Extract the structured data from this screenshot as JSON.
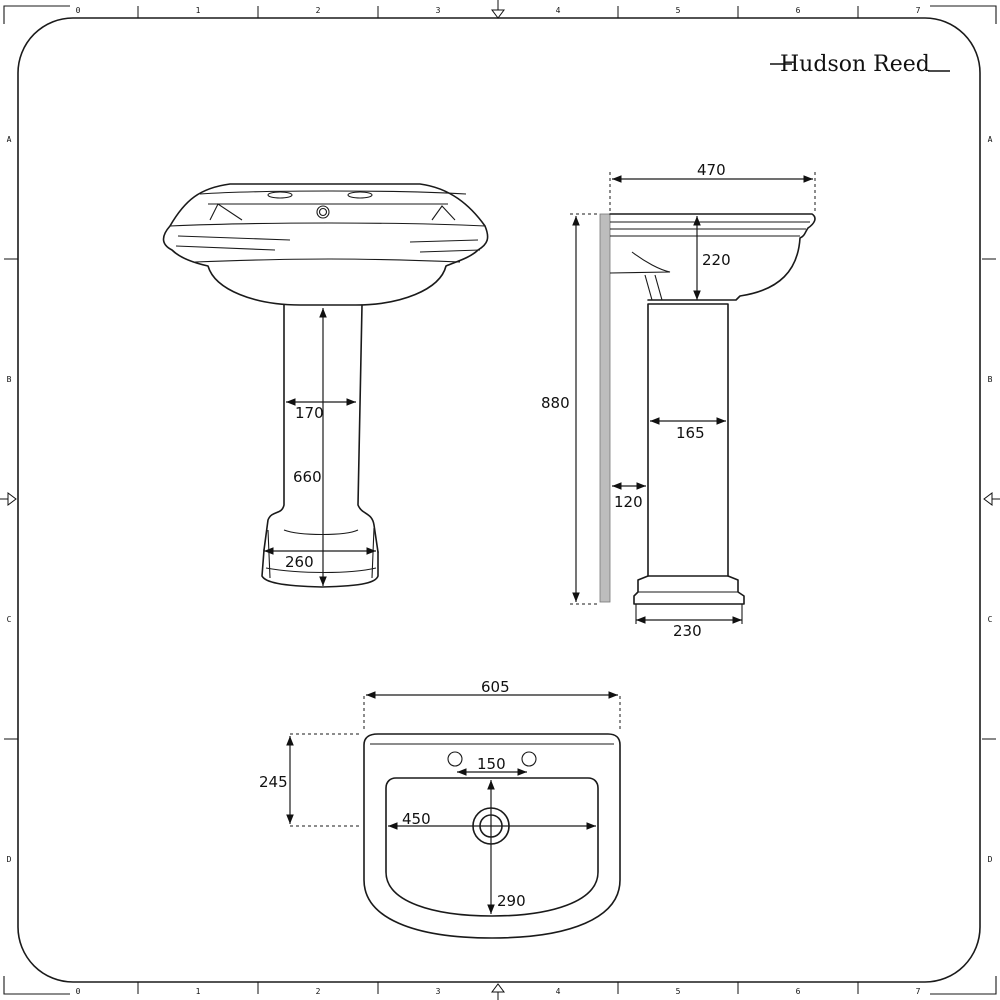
{
  "brand": {
    "name": "Hudson Reed"
  },
  "ruler": {
    "columns": [
      "0",
      "1",
      "2",
      "3",
      "4",
      "5",
      "6",
      "7"
    ],
    "rows": [
      "A",
      "B",
      "C",
      "D"
    ]
  },
  "front_view": {
    "pedestal_width": "170",
    "pedestal_height": "660",
    "base_width": "260"
  },
  "side_view": {
    "depth": "470",
    "bowl_height": "220",
    "total_height": "880",
    "pedestal_depth": "165",
    "wall_gap": "120",
    "base_depth": "230"
  },
  "top_view": {
    "width": "605",
    "rim_depth": "245",
    "tap_centres": "150",
    "bowl_width": "450",
    "bowl_depth": "290"
  },
  "colors": {
    "line": "#1a1a1a",
    "wall": "#bdbdbd"
  }
}
